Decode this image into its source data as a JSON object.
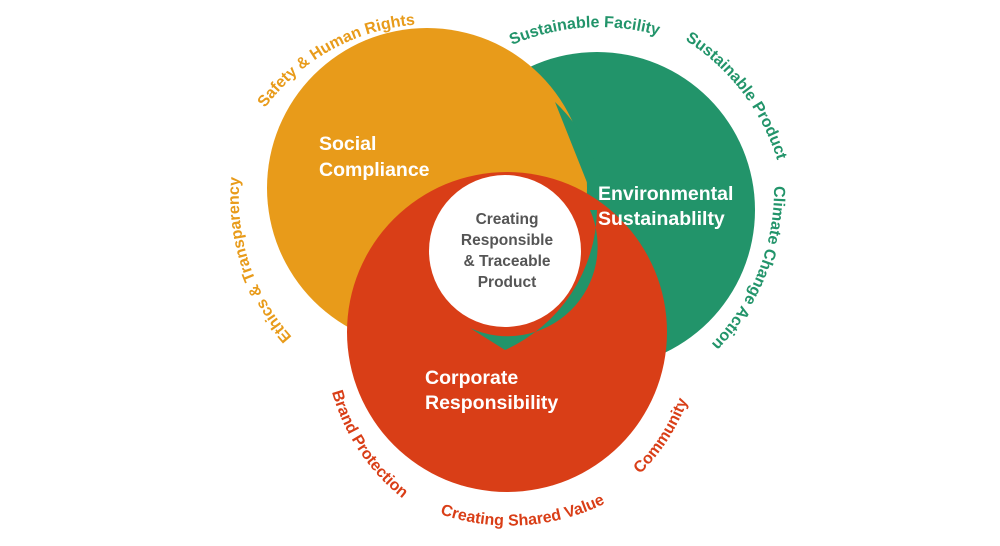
{
  "diagram": {
    "colors": {
      "social": "#E89B1A",
      "environmental": "#22946A",
      "corporate": "#D93E17",
      "center_fill": "#ffffff",
      "center_text": "#555555"
    },
    "social": {
      "title_line1": "Social",
      "title_line2": "Compliance",
      "labels": [
        "Safety & Human Rights",
        "Ethics & Transparency"
      ]
    },
    "environmental": {
      "title_line1": "Environmental",
      "title_line2": "Sustainablilty",
      "labels": [
        "Sustainable Facility",
        "Sustainable Product",
        "Climate Change Action"
      ]
    },
    "corporate": {
      "title_line1": "Corporate",
      "title_line2": "Responsibility",
      "labels": [
        "Brand Protection",
        "Creating Shared Value",
        "Community"
      ]
    },
    "center": {
      "line1": "Creating",
      "line2": "Responsible",
      "line3": "& Traceable",
      "line4": "Product"
    }
  }
}
